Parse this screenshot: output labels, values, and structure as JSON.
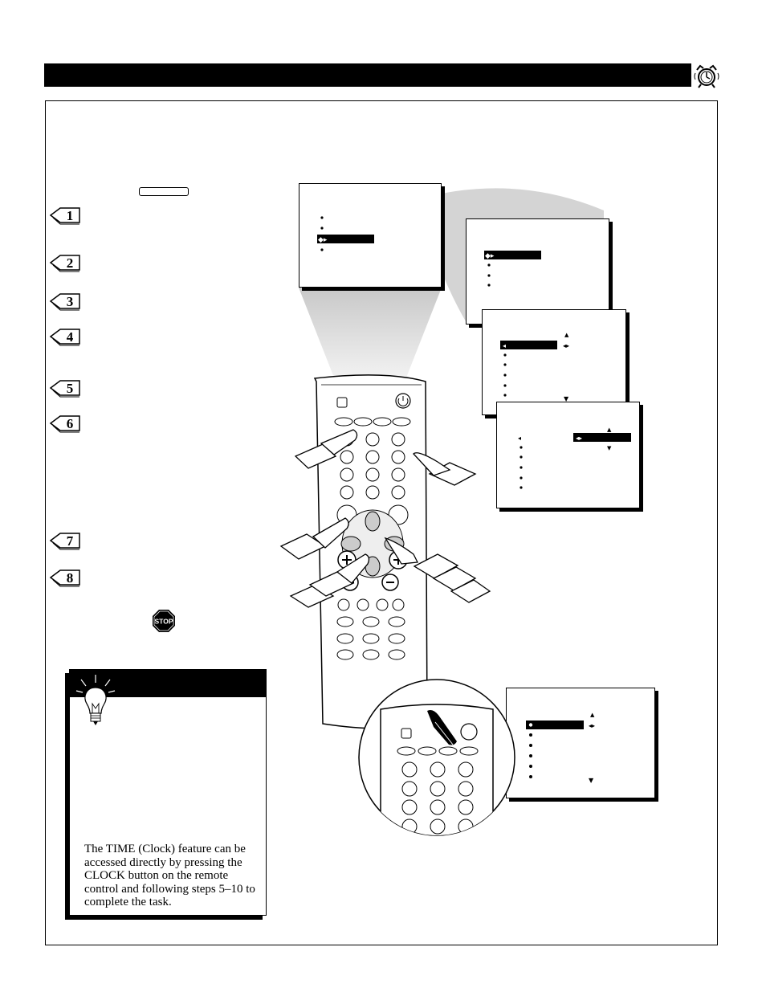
{
  "page": {
    "tip_text": "The TIME (Clock) feature can be accessed directly by pressing the CLOCK button on the remote control and following steps 5–10 to complete the task."
  },
  "steps": [
    "1",
    "2",
    "3",
    "4",
    "5",
    "6",
    "7",
    "8"
  ],
  "icons": {
    "header": "alarm-clock-icon",
    "stop": "stop-sign-icon",
    "tip": "light-bulb-icon"
  },
  "stop_label": "STOP",
  "colors": {
    "ink": "#000000",
    "paper": "#ffffff",
    "shade": "#cccccc"
  }
}
